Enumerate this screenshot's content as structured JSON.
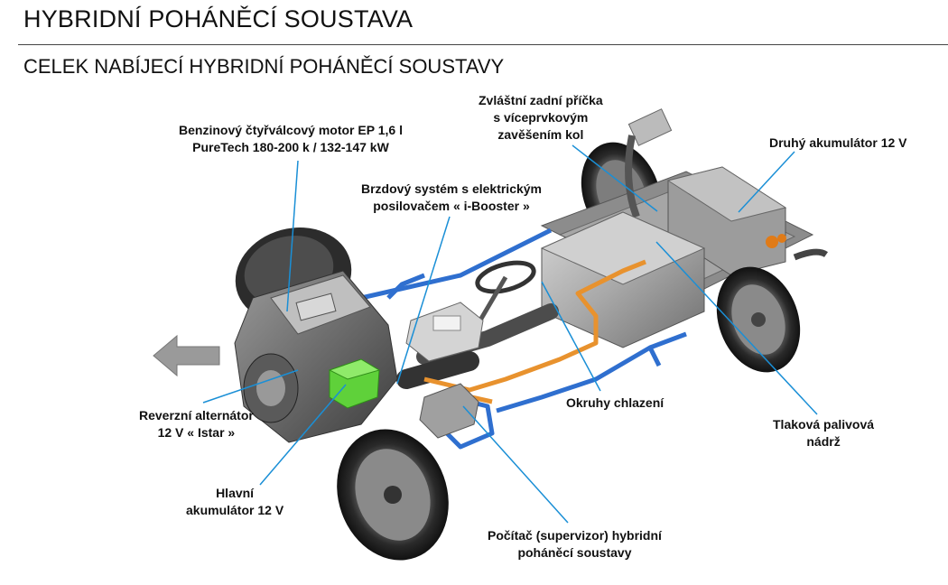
{
  "header": {
    "title": "HYBRIDNÍ POHÁNĚCÍ SOUSTAVA",
    "subtitle": "CELEK NABÍJECÍ HYBRIDNÍ POHÁNĚCÍ SOUSTAVY"
  },
  "labels": {
    "engine": "Benzinový čtyřválcový motor EP 1,6 l\nPureTech 180-200 k / 132-147 kW",
    "rear_axle": "Zvláštní zadní příčka\ns víceprvkovým\nzavěšením kol",
    "second_battery": "Druhý akumulátor 12 V",
    "brake_system": "Brzdový systém s elektrickým\nposilovačem « i-Booster »",
    "alternator": "Reverzní alternátor\n12 V « Istar »",
    "cooling": "Okruhy chlazení",
    "fuel_tank": "Tlaková palivová\nnádrž",
    "main_battery": "Hlavní\nakumulátor 12 V",
    "supervisor": "Počítač (supervizor) hybridní\npoháněcí soustavy"
  },
  "colors": {
    "leader_line": "#1a8fd6",
    "coolant_blue": "#2f6fcf",
    "coolant_orange": "#e8922e",
    "battery_green": "#5fd13a",
    "arrow_gray": "#9a9a9a"
  }
}
